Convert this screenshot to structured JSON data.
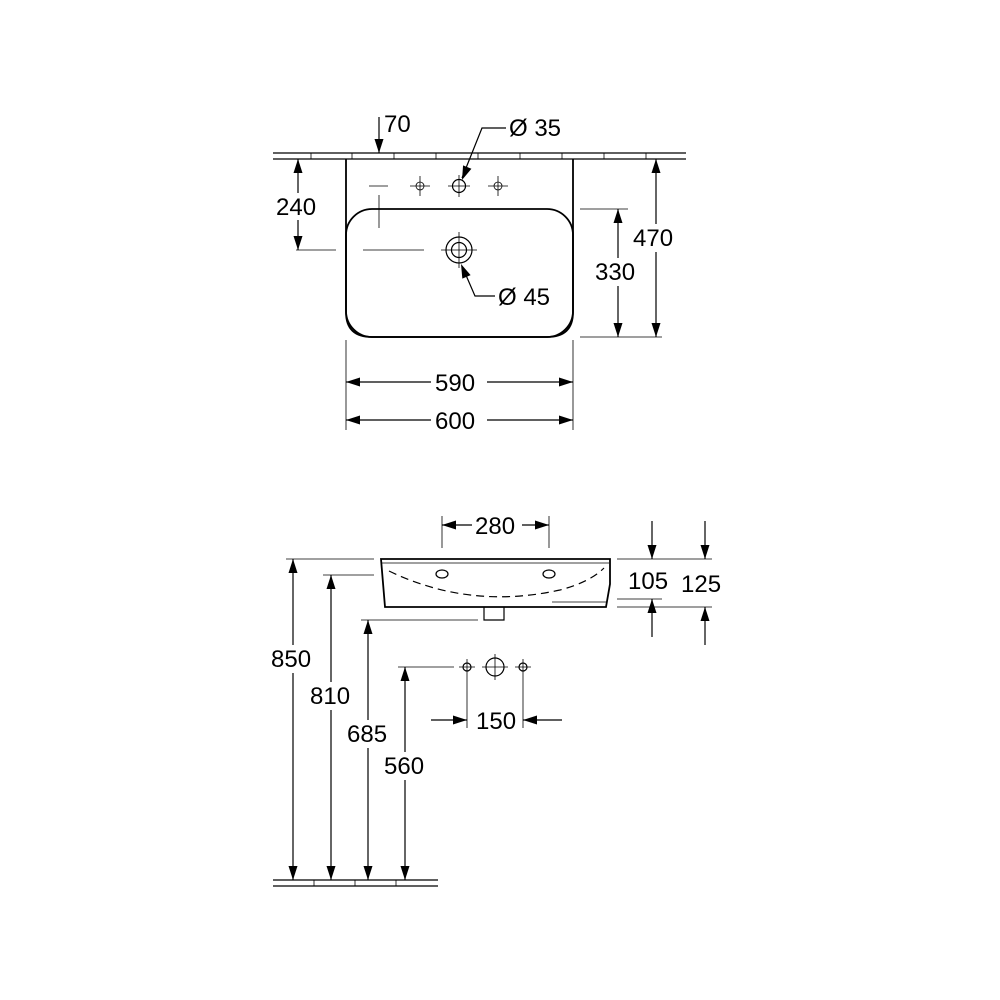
{
  "top_view": {
    "dim_tap_offset": "70",
    "dim_tap_hole": "Ø 35",
    "dim_tap_to_bowl": "240",
    "dim_total_depth": "470",
    "dim_bowl_depth": "330",
    "dim_drain": "Ø 45",
    "dim_inner_width": "590",
    "dim_total_width": "600"
  },
  "front_view": {
    "dim_hole_spacing": "280",
    "dim_bowl_height": "105",
    "dim_total_height": "125",
    "dim_top_height": "850",
    "dim_rim_height": "810",
    "dim_bottom_height": "685",
    "dim_outlet_height": "560",
    "dim_outlet_spacing": "150"
  }
}
